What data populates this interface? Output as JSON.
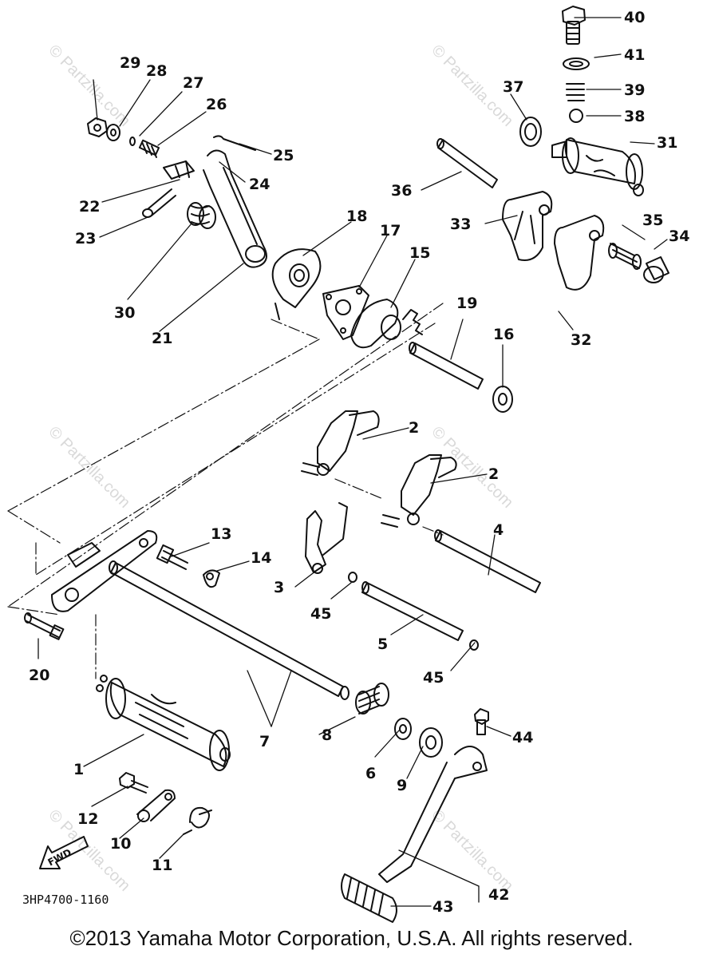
{
  "diagram": {
    "callouts": [
      "1",
      "2",
      "2",
      "3",
      "4",
      "5",
      "6",
      "7",
      "8",
      "9",
      "10",
      "11",
      "12",
      "13",
      "14",
      "15",
      "16",
      "17",
      "18",
      "19",
      "20",
      "21",
      "22",
      "23",
      "24",
      "25",
      "26",
      "27",
      "28",
      "29",
      "30",
      "31",
      "32",
      "33",
      "34",
      "35",
      "36",
      "37",
      "38",
      "39",
      "40",
      "41",
      "42",
      "43",
      "44",
      "45",
      "45"
    ],
    "fwd_label": "FWD",
    "diagram_code": "3HP4700-1160",
    "watermark_text": "© Partzilla.com",
    "copyright": "©2013  Yamaha Motor Corporation, U.S.A. All rights reserved."
  }
}
